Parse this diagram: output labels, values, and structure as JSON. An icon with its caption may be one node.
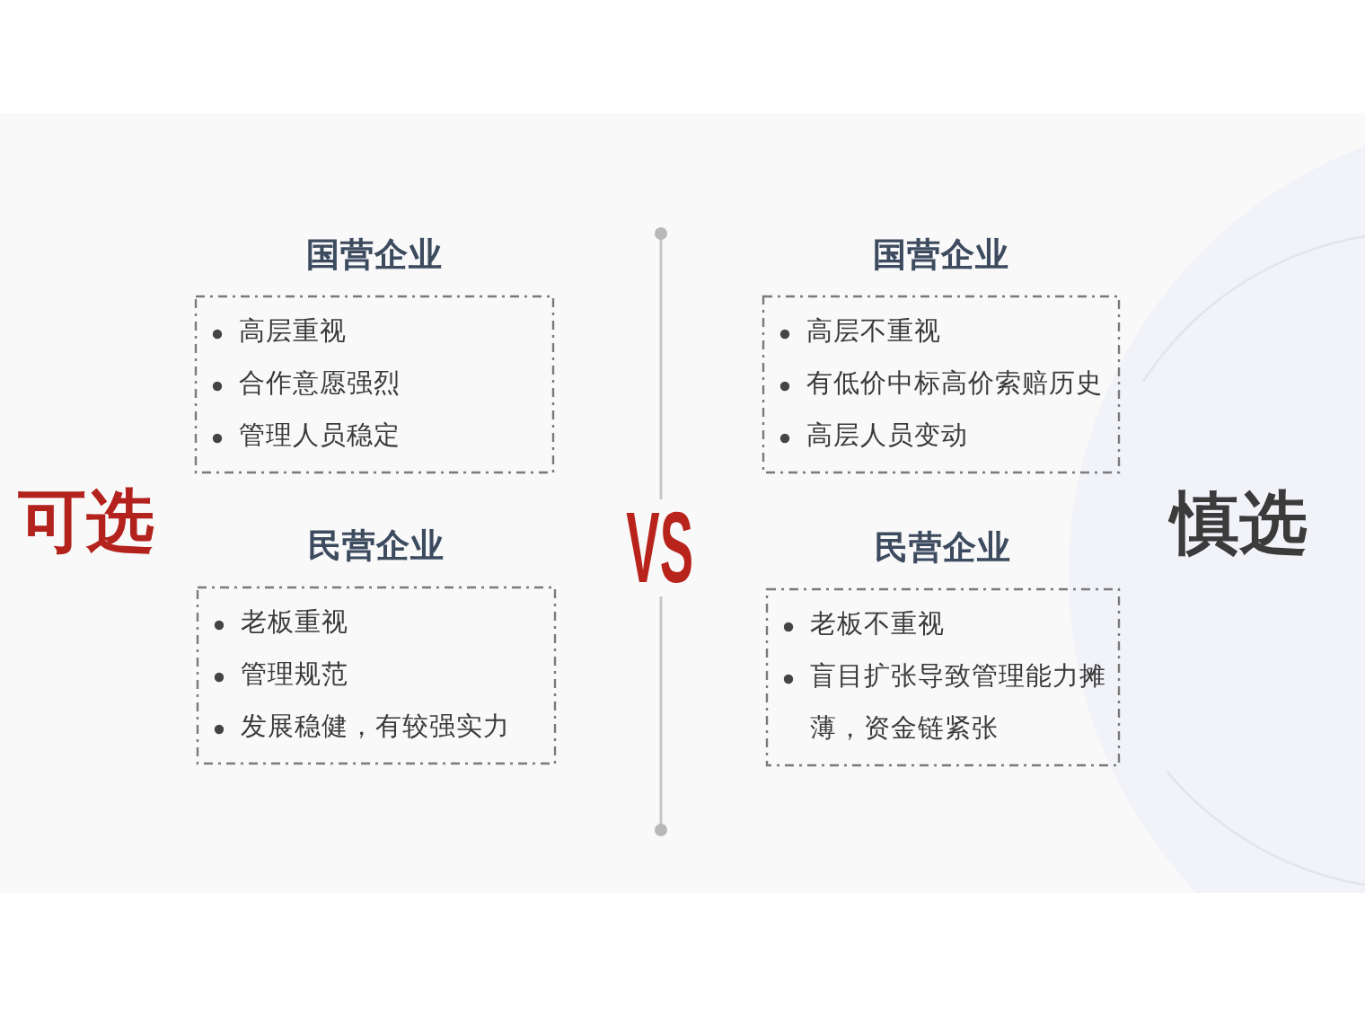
{
  "diagram": {
    "nodes": [
      {
        "text": [
          "国营企业",
          "高层重视",
          "合作意愿强烈",
          "管理人员稳定"
        ]
      },
      {
        "text": [
          "民营企业",
          "老板重视",
          "管理规范",
          "发展稳健，有较强实力"
        ]
      },
      {
        "text": [
          "国营企业",
          "高层不重视",
          "有低价中标高价索赔历史",
          "高层人员变动"
        ]
      },
      {
        "text": [
          "民营企业",
          "老板不重视",
          "盲目扩张导致管理能力摊薄，资金链紧张"
        ]
      }
    ],
    "labels": [
      "可选",
      "VS",
      "慎选"
    ]
  }
}
